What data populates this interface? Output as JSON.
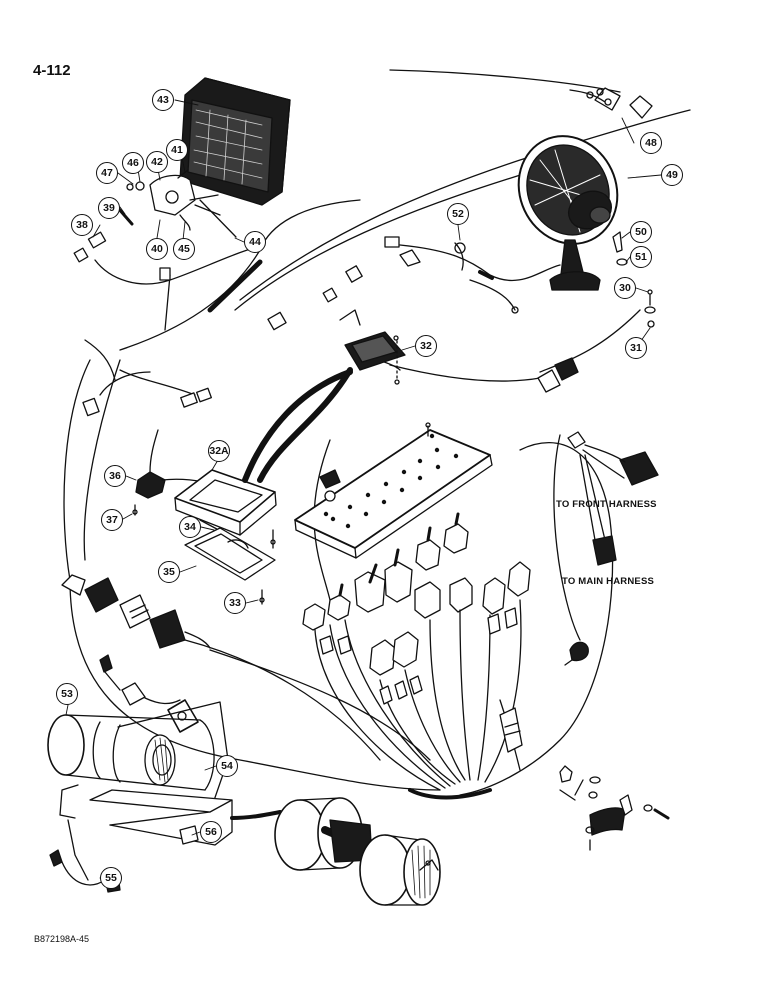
{
  "page_number": "4-112",
  "figure_code": "B872198A-45",
  "notes": {
    "front_harness": "TO FRONT HARNESS",
    "main_harness": "TO MAIN HARNESS"
  },
  "callouts": {
    "c43": "43",
    "c48": "48",
    "c47": "47",
    "c46": "46",
    "c42": "42",
    "c41": "41",
    "c49": "49",
    "c38": "38",
    "c39": "39",
    "c40": "40",
    "c45": "45",
    "c44": "44",
    "c52": "52",
    "c50": "50",
    "c51": "51",
    "c30": "30",
    "c32": "32",
    "c31": "31",
    "c36": "36",
    "c32a": "32A",
    "c37": "37",
    "c34": "34",
    "c35": "35",
    "c33": "33",
    "c53": "53",
    "c54": "54",
    "c56": "56",
    "c55": "55"
  }
}
